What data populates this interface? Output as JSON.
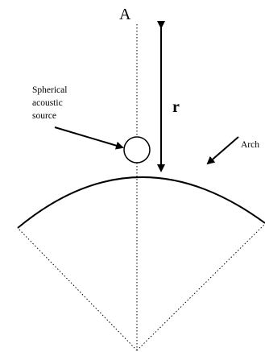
{
  "labels": {
    "point_a": "A",
    "radius": "r",
    "source_line1": "Spherical",
    "source_line2": "acoustic",
    "source_line3": "source",
    "arch": "Arch"
  },
  "colors": {
    "ink": "#000000",
    "background": "#ffffff"
  }
}
